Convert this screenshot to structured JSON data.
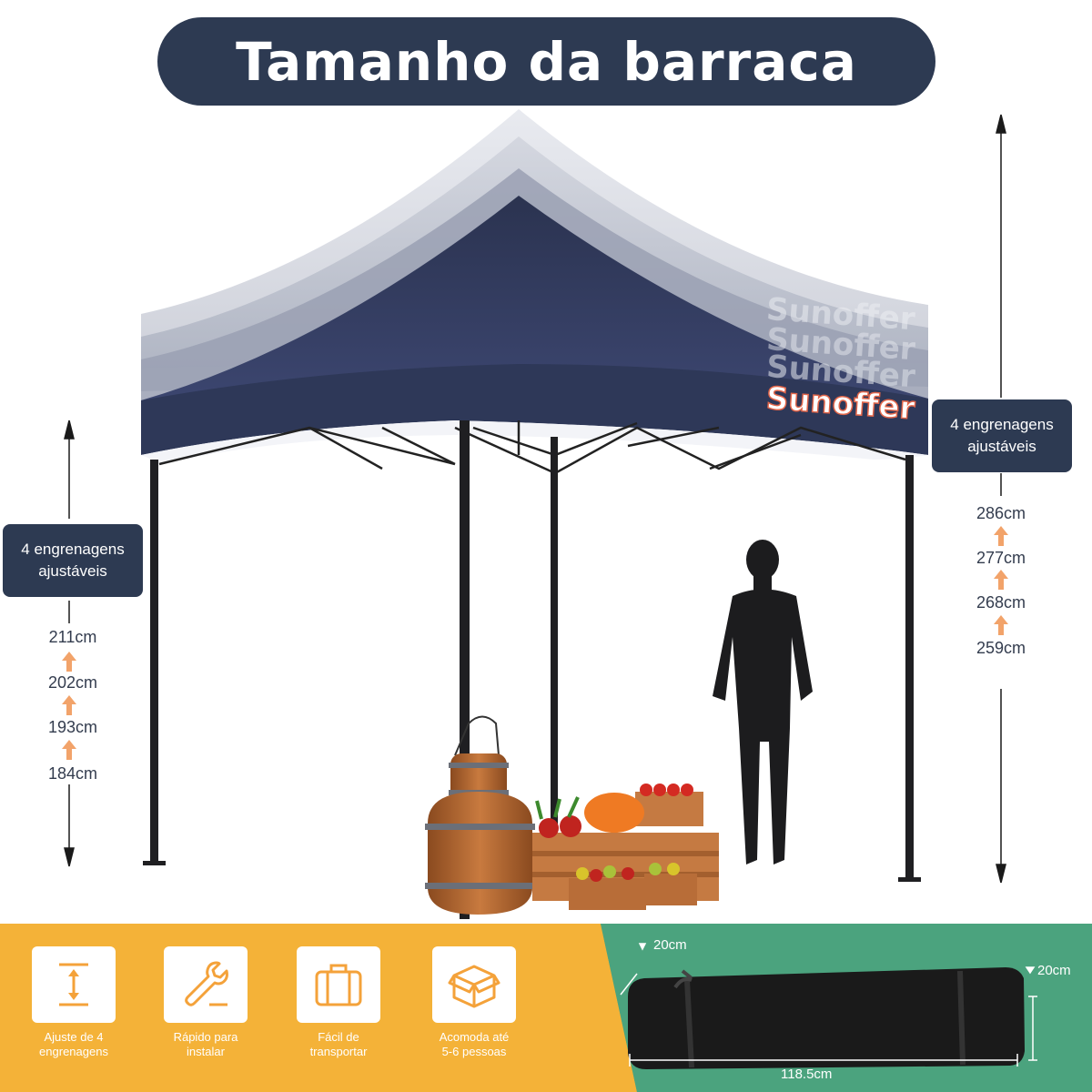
{
  "header": {
    "title": "Tamanho da barraca"
  },
  "brand": {
    "logo_text": "Sunoffer"
  },
  "left_gauge": {
    "title_line1": "4 engrenagens",
    "title_line2": "ajustáveis",
    "heights": [
      "211cm",
      "202cm",
      "193cm",
      "184cm"
    ]
  },
  "right_gauge": {
    "title_line1": "4 engrenagens",
    "title_line2": "ajustáveis",
    "heights": [
      "286cm",
      "277cm",
      "268cm",
      "259cm"
    ]
  },
  "features": [
    {
      "icon": "height-adjust-icon",
      "line1": "Ajuste de 4",
      "line2": "engrenagens"
    },
    {
      "icon": "wrench-icon",
      "line1": "Rápido para",
      "line2": "instalar"
    },
    {
      "icon": "suitcase-icon",
      "line1": "Fácil de",
      "line2": "transportar"
    },
    {
      "icon": "box-icon",
      "line1": "Acomoda até",
      "line2": "5-6 pessoas"
    }
  ],
  "bag": {
    "depth": "20cm",
    "height": "20cm",
    "length": "118.5cm"
  },
  "colors": {
    "navy": "#2d3a52",
    "canopy": "#303a5e",
    "orange": "#f4b238",
    "green": "#4ba37e",
    "arrow": "#f2a36a"
  }
}
